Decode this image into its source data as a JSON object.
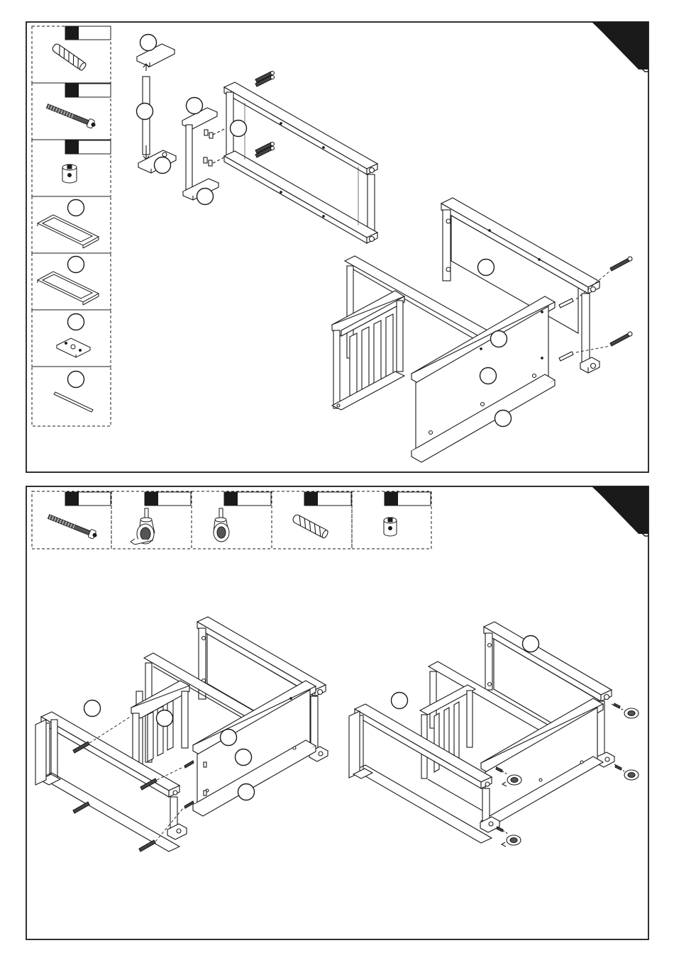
{
  "document": {
    "type": "assembly-instructions",
    "steps": [
      {
        "id": "step-1",
        "number": "",
        "parts": [
          {
            "code": "",
            "qty": "",
            "icon": "twist-dowel-icon"
          },
          {
            "code": "",
            "qty": "",
            "icon": "long-bolt-icon"
          },
          {
            "code": "",
            "qty": "",
            "icon": "barrel-nut-icon"
          },
          {
            "code": "",
            "qty": "",
            "icon": "frame-panel-icon"
          },
          {
            "code": "",
            "qty": "",
            "icon": "frame-panel-icon"
          },
          {
            "code": "",
            "qty": "",
            "icon": "bracket-plate-icon"
          },
          {
            "code": "",
            "qty": "",
            "icon": "rod-icon"
          }
        ],
        "callouts": [
          "",
          "",
          "",
          "",
          "",
          "",
          "",
          "",
          "",
          ""
        ]
      },
      {
        "id": "step-2",
        "number": "",
        "parts": [
          {
            "code": "",
            "qty": "",
            "icon": "long-bolt-icon"
          },
          {
            "code": "",
            "qty": "",
            "icon": "braked-caster-icon"
          },
          {
            "code": "",
            "qty": "",
            "icon": "caster-icon"
          },
          {
            "code": "",
            "qty": "",
            "icon": "twist-dowel-icon"
          },
          {
            "code": "",
            "qty": "",
            "icon": "barrel-nut-icon"
          }
        ],
        "callouts": [
          "",
          "",
          "",
          "",
          "",
          "",
          ""
        ]
      }
    ]
  },
  "colors": {
    "ink": "#1a1a1a",
    "paper": "#ffffff",
    "dash": "#1a1a1a"
  }
}
